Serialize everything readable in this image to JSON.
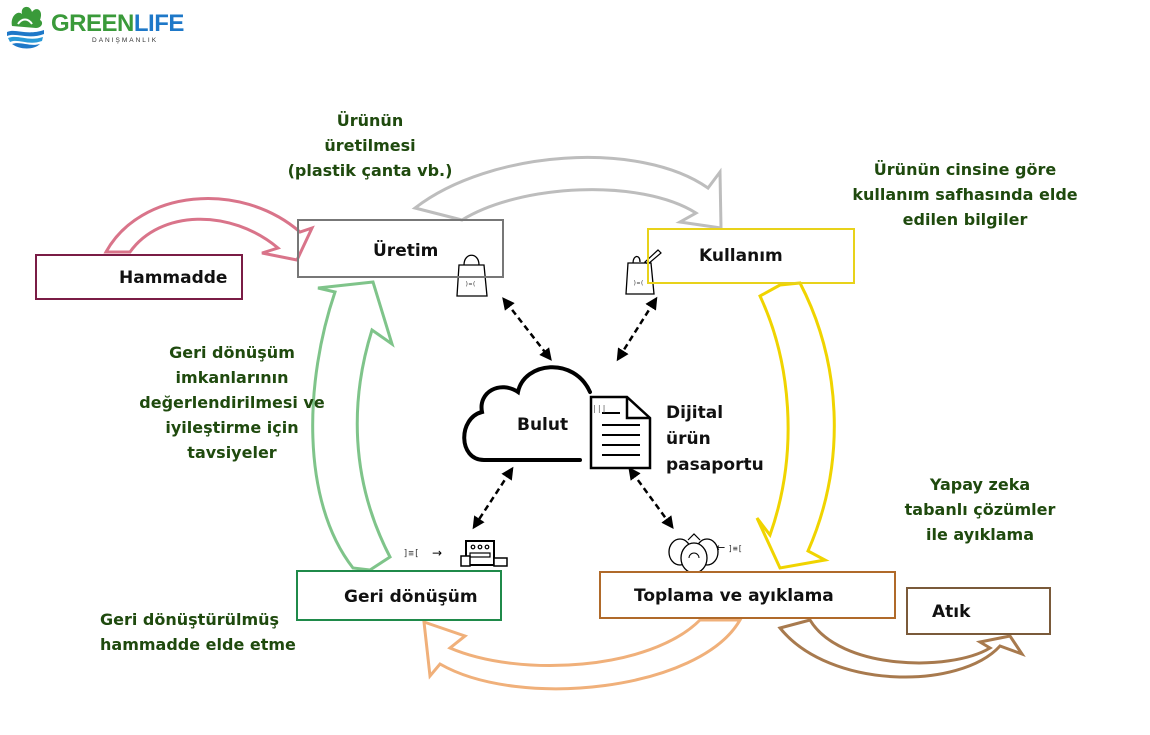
{
  "logo": {
    "name_green": "GREEN",
    "name_blue": "LIFE",
    "subtitle": "DANIŞMANLIK",
    "colors": {
      "green": "#3a9a3a",
      "blue": "#1e78c8"
    }
  },
  "nodes": {
    "hammadde": "Hammadde",
    "uretim": "Üretim",
    "kullanim": "Kullanım",
    "geri_donusum": "Geri dönüşüm",
    "toplama": "Toplama ve ayıklama",
    "atik": "Atık",
    "bulut": "Bulut",
    "pasaport": "Dijital\nürün\npasaportu"
  },
  "notes": {
    "uretim_note": "Ürünün\nüretilmesi\n(plastik çanta vb.)",
    "kullanim_note": "Ürünün cinsine göre\nkullanım safhasında elde\nedilen bilgiler",
    "geri_donusum_note": "Geri dönüşüm\nimkanlarının\ndeğerlendirilmesi ve\niyileştirme için\ntavsiyeler",
    "yapay_zeka_note": "Yapay zeka\ntabanlı çözümler\nile ayıklama",
    "hammadde_note": "Geri dönüştürülmüş\nhammadde elde etme"
  },
  "colors": {
    "note_text": "#1f4a0e",
    "hammadde": "#7a1c45",
    "hammadde_arrow": "#d9748a",
    "uretim": "#777777",
    "uretim_arrow": "#bdbdbd",
    "kullanim": "#e8d21a",
    "kullanim_arrow": "#f0d400",
    "geri_donusum": "#1f8a4a",
    "geri_donusum_arrow": "#7fc48a",
    "toplama": "#b06a2a",
    "toplama_arrow": "#f0b07a",
    "atik": "#7a5a3a",
    "atik_arrow": "#a87a4e"
  }
}
